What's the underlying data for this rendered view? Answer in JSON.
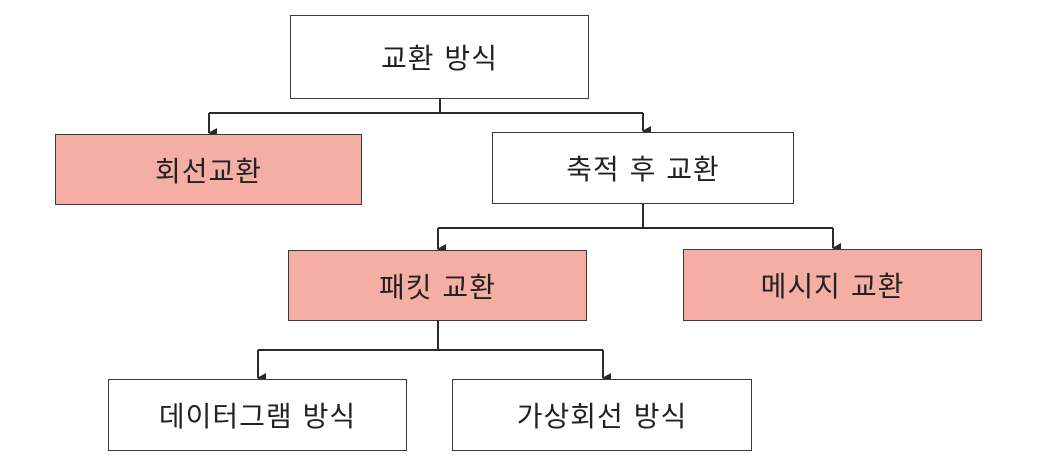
{
  "diagram": {
    "root": {
      "label": "교환 방식"
    },
    "circuit_switching": {
      "label": "회선교환"
    },
    "store_and_forward": {
      "label": "축적 후 교환"
    },
    "packet_switching": {
      "label": "패킷 교환"
    },
    "message_switching": {
      "label": "메시지 교환"
    },
    "datagram": {
      "label": "데이터그램 방식"
    },
    "virtual_circuit": {
      "label": "가상회선 방식"
    }
  },
  "colors": {
    "highlight_fill": "#f4aea3",
    "plain_fill": "#ffffff",
    "stroke": "#3a3a3a",
    "text": "#222222"
  }
}
